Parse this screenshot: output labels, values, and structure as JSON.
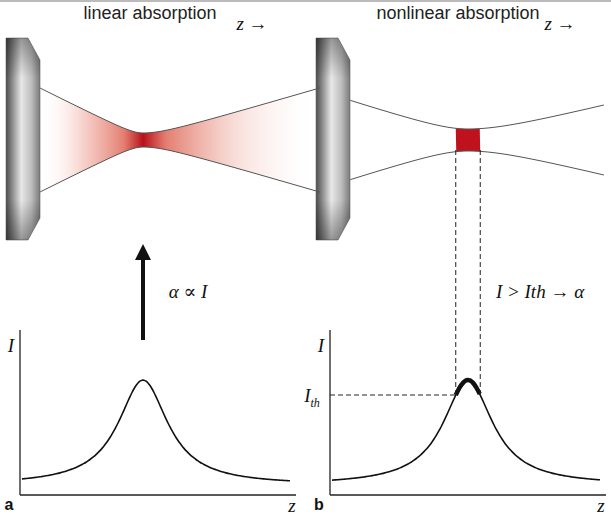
{
  "diagram": {
    "labels": [
      "linear absorption",
      "nonlinear absorption",
      "z →",
      "z →",
      "α ∝ I",
      "I",
      "z",
      "a",
      "Ith",
      "I > Ith → α",
      "I",
      "z",
      "b"
    ]
  }
}
